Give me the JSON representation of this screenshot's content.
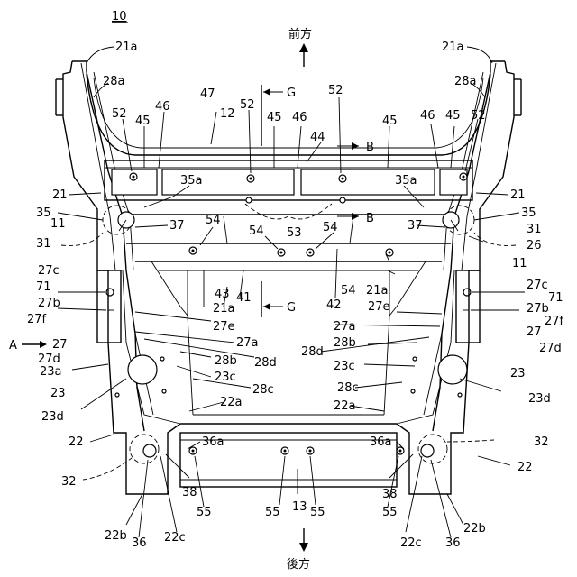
{
  "figure": {
    "number": "10",
    "direction_front": "前方",
    "direction_rear": "後方",
    "arrow_a": "A"
  },
  "section_markers": {
    "g": "G",
    "b": "B"
  },
  "labels": {
    "l21a_tl": "21a",
    "l21a_tr": "21a",
    "l28a_l": "28a",
    "l28a_r": "28a",
    "l52_1": "52",
    "l45_1": "45",
    "l46_1": "46",
    "l47": "47",
    "l12": "12",
    "l52_2": "52",
    "l45_2": "45",
    "l46_2": "46",
    "l44": "44",
    "l52_3": "52",
    "l45_3": "45",
    "l46_3": "46",
    "l45_4": "45",
    "l52_4": "52",
    "l21_l": "21",
    "l21_r": "21",
    "l35a_l": "35a",
    "l35a_r": "35a",
    "l35_l": "35",
    "l35_r": "35",
    "l11_l": "11",
    "l11_r": "11",
    "l37_l": "37",
    "l37_r": "37",
    "l54_1": "54",
    "l54_2": "54",
    "l54_3": "54",
    "l54_4": "54",
    "l53": "53",
    "l31_l": "31",
    "l31_r": "31",
    "l26": "26",
    "l27c_l": "27c",
    "l27c_r": "27c",
    "l71_l": "71",
    "l71_r": "71",
    "l27b_l": "27b",
    "l27b_r": "27b",
    "l27f_l": "27f",
    "l27f_r": "27f",
    "l43": "43",
    "l41": "41",
    "l42": "42",
    "l21a_ml": "21a",
    "l21a_mr": "21a",
    "l27e_l": "27e",
    "l27e_r": "27e",
    "l27a_l": "27a",
    "l27a_r": "27a",
    "l27_l": "27",
    "l27_r": "27",
    "l27d_l": "27d",
    "l27d_r": "27d",
    "l28d_l": "28d",
    "l28d_r": "28d",
    "l28b_l": "28b",
    "l28b_r": "28b",
    "l23a": "23a",
    "l23_l": "23",
    "l23_r": "23",
    "l23c_l": "23c",
    "l23c_r": "23c",
    "l28c_l": "28c",
    "l28c_r": "28c",
    "l22a_l": "22a",
    "l22a_r": "22a",
    "l23d_l": "23d",
    "l23d_r": "23d",
    "l22_l": "22",
    "l22_r": "22",
    "l36a_l": "36a",
    "l36a_r": "36a",
    "l32_l": "32",
    "l32_r": "32",
    "l38_l": "38",
    "l38_r": "38",
    "l55_1": "55",
    "l55_2": "55",
    "l55_3": "55",
    "l55_4": "55",
    "l13": "13",
    "l22b_l": "22b",
    "l22b_r": "22b",
    "l36_l": "36",
    "l36_r": "36",
    "l22c_l": "22c",
    "l22c_r": "22c"
  }
}
